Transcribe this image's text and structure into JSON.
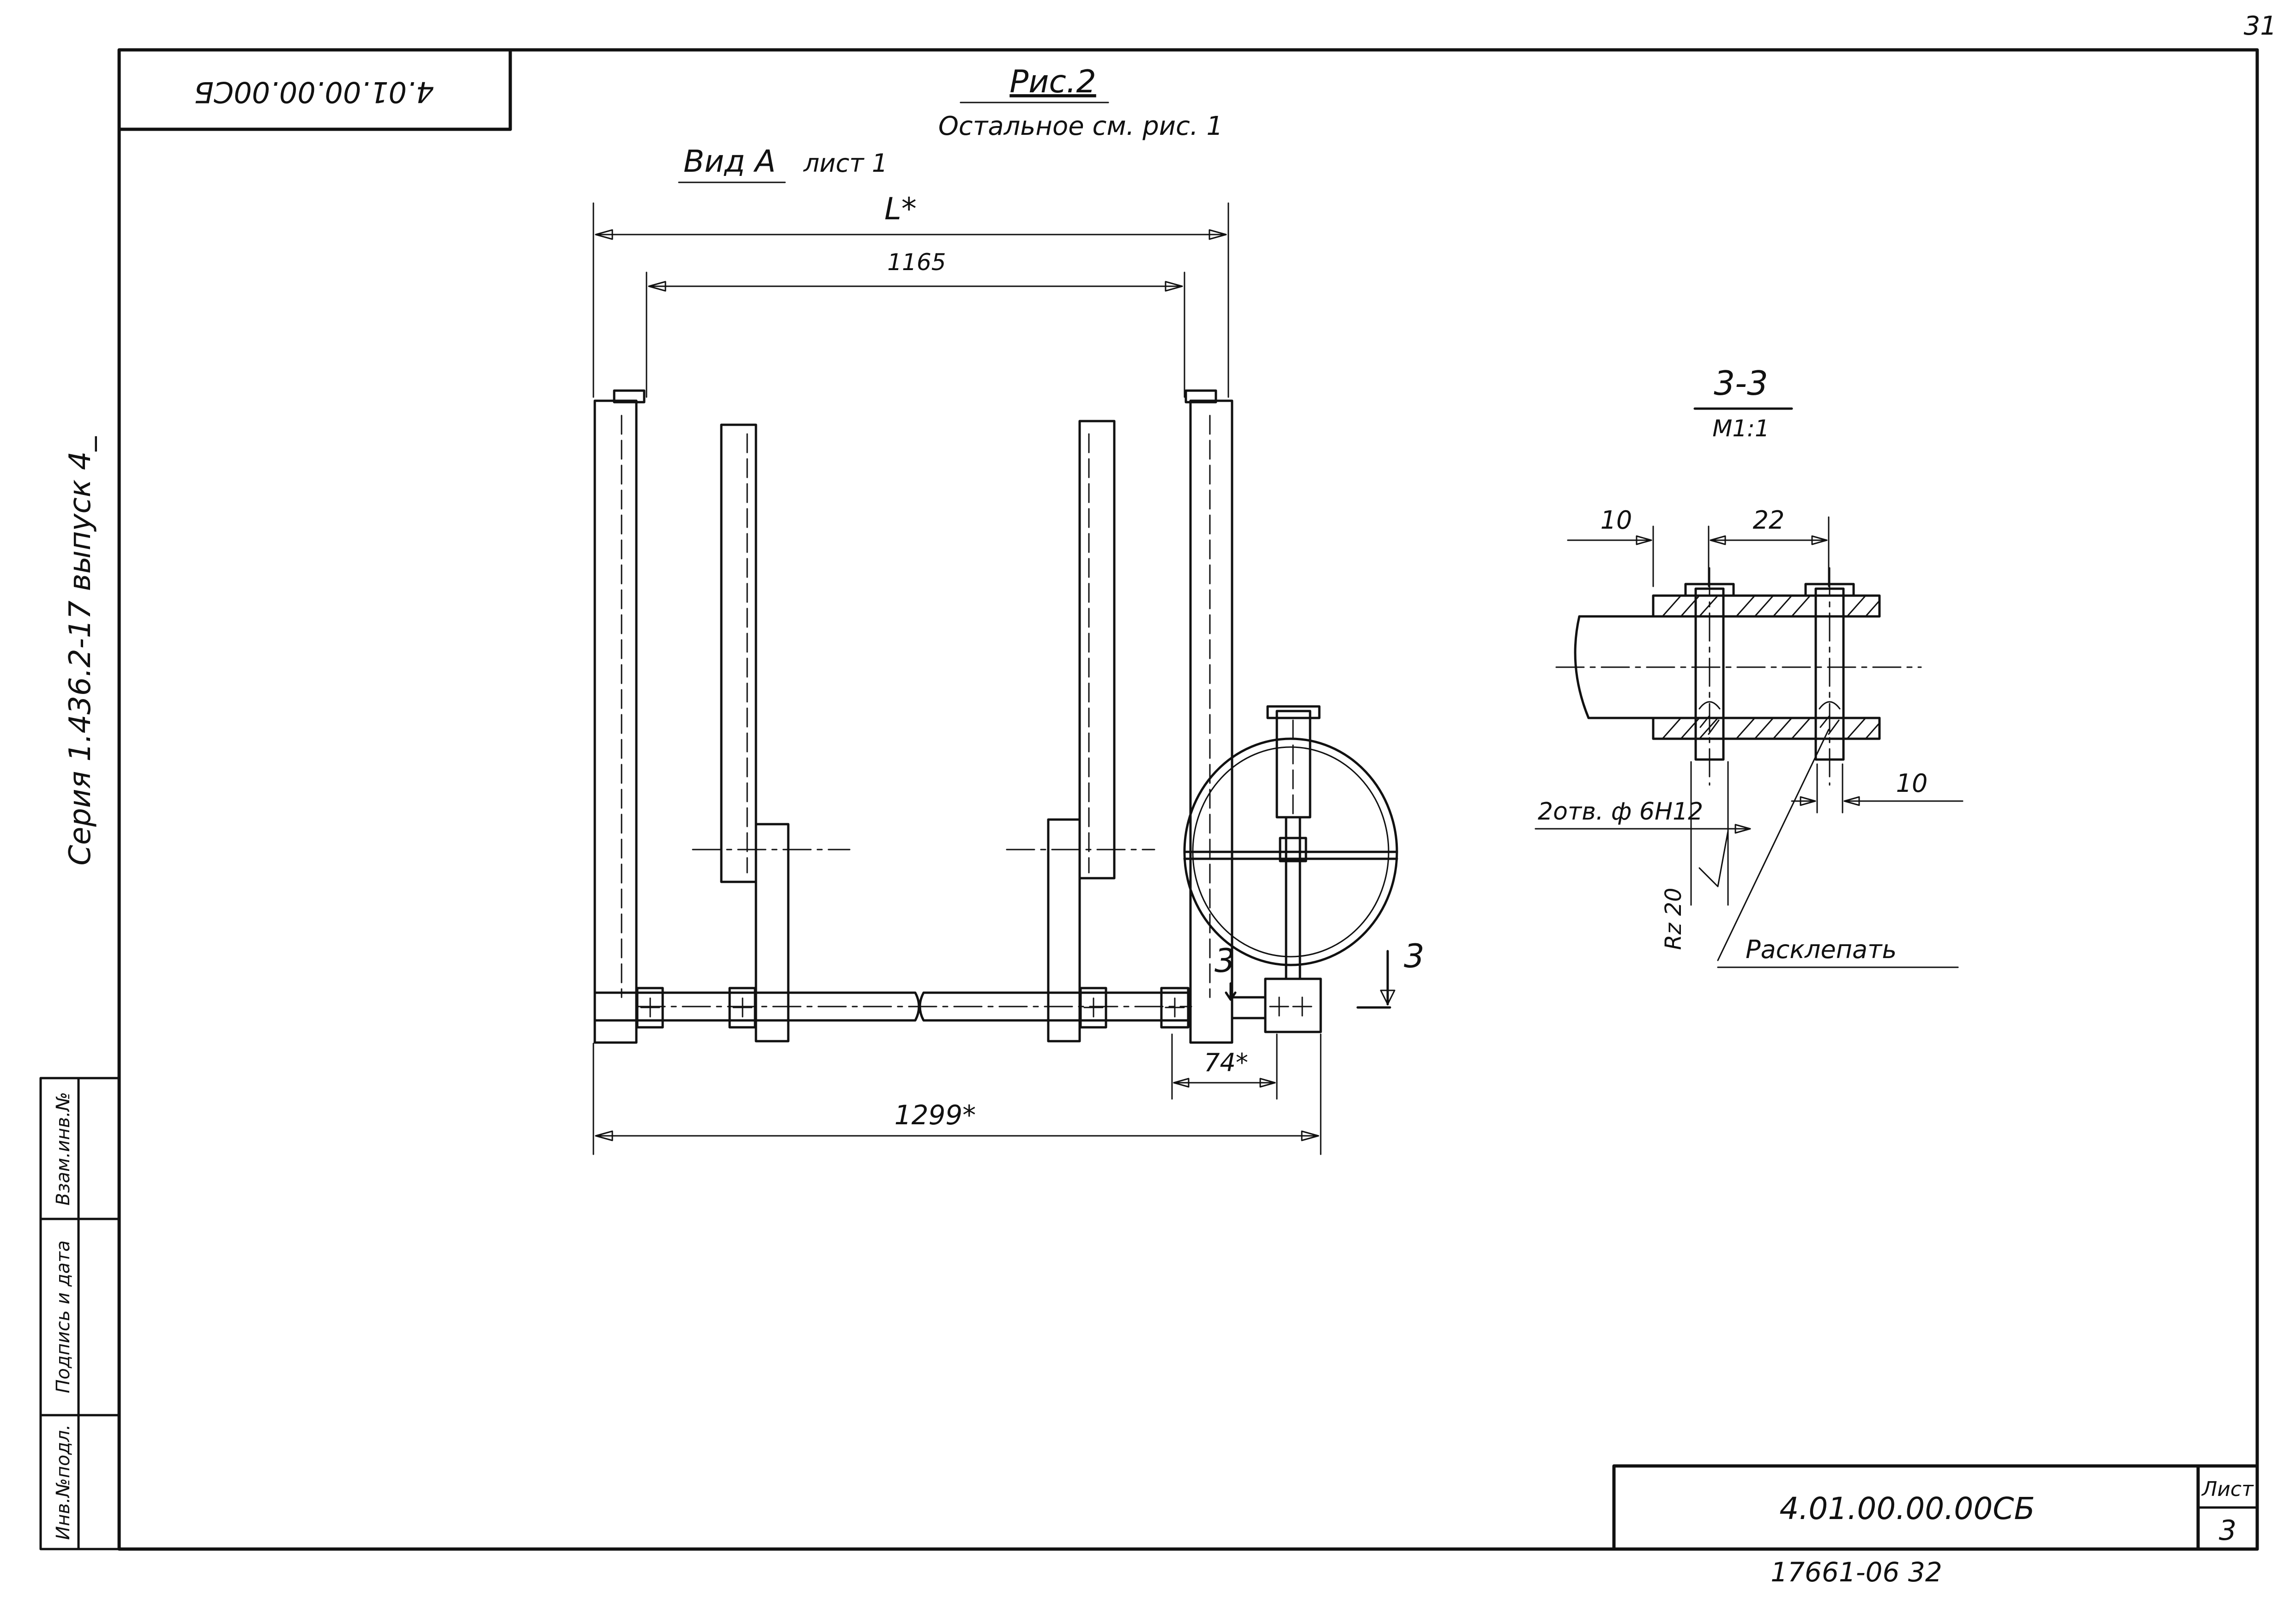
{
  "page_number": "31",
  "rotated_code": "4.01.00.00.00СБ",
  "figure": {
    "title": "Рис.2",
    "subtitle": "Остальное см. рис. 1",
    "view_label": "Вид А",
    "view_sheet": "лист 1"
  },
  "dimensions": {
    "L": "L*",
    "d1165": "1165",
    "d1299": "1299*",
    "d74": "74*"
  },
  "section_marks": {
    "left": "3",
    "right": "3"
  },
  "section": {
    "title": "3-3",
    "scale": "M1:1",
    "dim_10_left": "10",
    "dim_22": "22",
    "dim_10_right": "10",
    "holes_label": "2отв. ф 6Н12",
    "roughness": "Rz 20",
    "rivet_label": "Расклепать"
  },
  "side_text": "Серия 1.436.2-17 выпуск 4_",
  "side_stamp": [
    "Инв.№подл.",
    "Подпись и дата",
    "Взам.инв.№"
  ],
  "title_block": {
    "code": "4.01.00.00.00СБ",
    "sheet_label": "Лист",
    "sheet_number": "3"
  },
  "bottom_note": "17661-06 32"
}
